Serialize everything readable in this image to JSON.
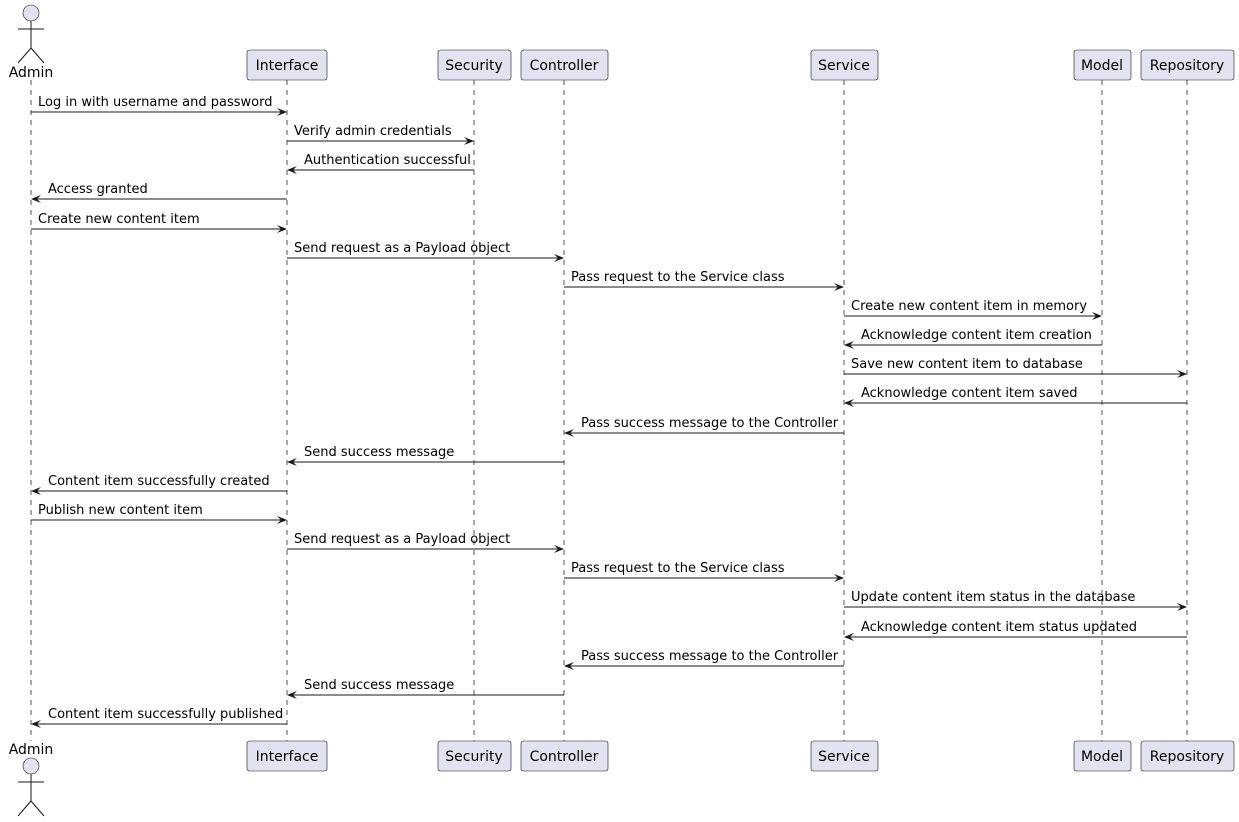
{
  "colors": {
    "participant_fill": "#E2E2F0",
    "border": "#181818",
    "lifeline": "#555555",
    "text": "#000000",
    "background": "#FFFFFF"
  },
  "participants": [
    {
      "id": "admin",
      "name": "Admin",
      "kind": "actor"
    },
    {
      "id": "interface",
      "name": "Interface",
      "kind": "participant"
    },
    {
      "id": "security",
      "name": "Security",
      "kind": "participant"
    },
    {
      "id": "controller",
      "name": "Controller",
      "kind": "participant"
    },
    {
      "id": "service",
      "name": "Service",
      "kind": "participant"
    },
    {
      "id": "model",
      "name": "Model",
      "kind": "participant"
    },
    {
      "id": "repository",
      "name": "Repository",
      "kind": "participant"
    }
  ],
  "messages": [
    {
      "from": "admin",
      "to": "interface",
      "label": "Log in with username and password"
    },
    {
      "from": "interface",
      "to": "security",
      "label": "Verify admin credentials"
    },
    {
      "from": "security",
      "to": "interface",
      "label": "Authentication successful"
    },
    {
      "from": "interface",
      "to": "admin",
      "label": "Access granted"
    },
    {
      "from": "admin",
      "to": "interface",
      "label": "Create new content item"
    },
    {
      "from": "interface",
      "to": "controller",
      "label": "Send request as a Payload object"
    },
    {
      "from": "controller",
      "to": "service",
      "label": "Pass request to the Service class"
    },
    {
      "from": "service",
      "to": "model",
      "label": "Create new content item in memory"
    },
    {
      "from": "model",
      "to": "service",
      "label": "Acknowledge content item creation"
    },
    {
      "from": "service",
      "to": "repository",
      "label": "Save new content item to database"
    },
    {
      "from": "repository",
      "to": "service",
      "label": "Acknowledge content item saved"
    },
    {
      "from": "service",
      "to": "controller",
      "label": "Pass success message to the Controller"
    },
    {
      "from": "controller",
      "to": "interface",
      "label": "Send success message"
    },
    {
      "from": "interface",
      "to": "admin",
      "label": "Content item successfully created"
    },
    {
      "from": "admin",
      "to": "interface",
      "label": "Publish new content item"
    },
    {
      "from": "interface",
      "to": "controller",
      "label": "Send request as a Payload object"
    },
    {
      "from": "controller",
      "to": "service",
      "label": "Pass request to the Service class"
    },
    {
      "from": "service",
      "to": "repository",
      "label": "Update content item status in the database"
    },
    {
      "from": "repository",
      "to": "service",
      "label": "Acknowledge content item status updated"
    },
    {
      "from": "service",
      "to": "controller",
      "label": "Pass success message to the Controller"
    },
    {
      "from": "controller",
      "to": "interface",
      "label": "Send success message"
    },
    {
      "from": "interface",
      "to": "admin",
      "label": "Content item successfully published"
    }
  ]
}
